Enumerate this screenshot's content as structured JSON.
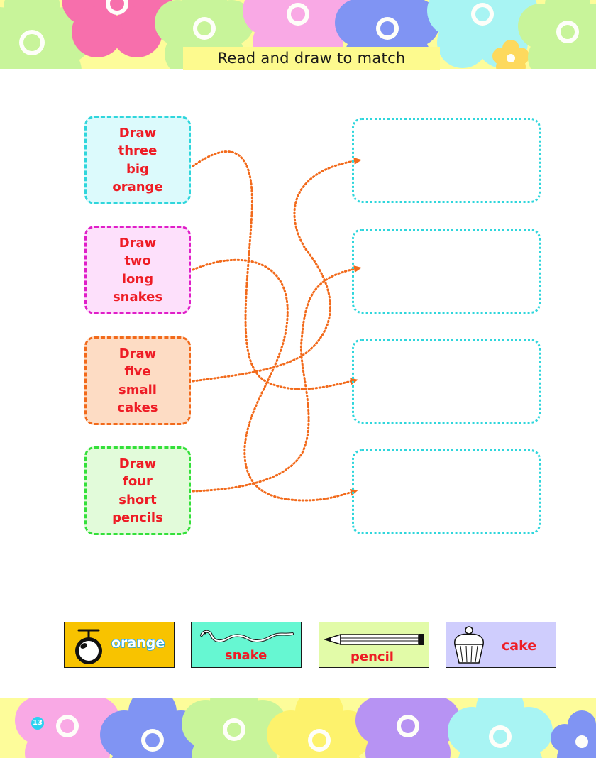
{
  "title": "Read and draw to match",
  "page_number": "13",
  "instructions": [
    {
      "lines": [
        "Draw",
        "three",
        "big",
        "orange"
      ],
      "border": "#2fd6dc",
      "bg": "#dcfafc"
    },
    {
      "lines": [
        "Draw",
        "two",
        "long",
        "snakes"
      ],
      "border": "#e01ec8",
      "bg": "#fde0fb"
    },
    {
      "lines": [
        "Draw",
        "five",
        "small",
        "cakes"
      ],
      "border": "#f26a1b",
      "bg": "#fddcc4"
    },
    {
      "lines": [
        "Draw",
        "four",
        "short",
        "pencils"
      ],
      "border": "#33e03a",
      "bg": "#e2fbda"
    }
  ],
  "legend": [
    {
      "label": "orange",
      "icon": "orange-icon",
      "bg": "#f8c300"
    },
    {
      "label": "snake",
      "icon": "snake-icon",
      "bg": "#66f7d2"
    },
    {
      "label": "pencil",
      "icon": "pencil-icon",
      "bg": "#e2fba8"
    },
    {
      "label": "cake",
      "icon": "cupcake-icon",
      "bg": "#cfcdfd"
    }
  ],
  "colors": {
    "accent_text": "#ee1c25",
    "dotted_line": "#f26a1b",
    "drawbox_border": "#2fd6dc",
    "band": "#fdfc9a"
  }
}
